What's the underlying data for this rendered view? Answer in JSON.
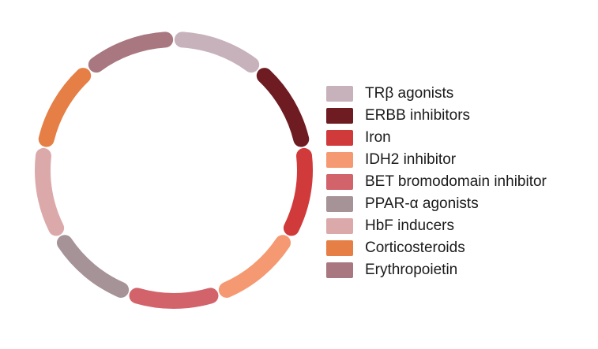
{
  "chart_data": {
    "type": "pie",
    "style": "segmented ring (donut outline), one equal arc per category, clockwise from top",
    "grid": false,
    "legend_position": "right",
    "series": [
      {
        "name": "TRβ agonists",
        "value": 1,
        "color": "#c7b2bb"
      },
      {
        "name": "ERBB inhibitors",
        "value": 1,
        "color": "#6e1b22"
      },
      {
        "name": "Iron",
        "value": 1,
        "color": "#d03a3b"
      },
      {
        "name": "IDH2 inhibitor",
        "value": 1,
        "color": "#f59972"
      },
      {
        "name": "BET bromodomain inhibitor",
        "value": 1,
        "color": "#d2636b"
      },
      {
        "name": "PPAR-α agonists",
        "value": 1,
        "color": "#a69397"
      },
      {
        "name": "HbF inducers",
        "value": 1,
        "color": "#dca9ab"
      },
      {
        "name": "Corticosteroids",
        "value": 1,
        "color": "#e57f45"
      },
      {
        "name": "Erythropoietin",
        "value": 1,
        "color": "#a87780"
      }
    ]
  }
}
